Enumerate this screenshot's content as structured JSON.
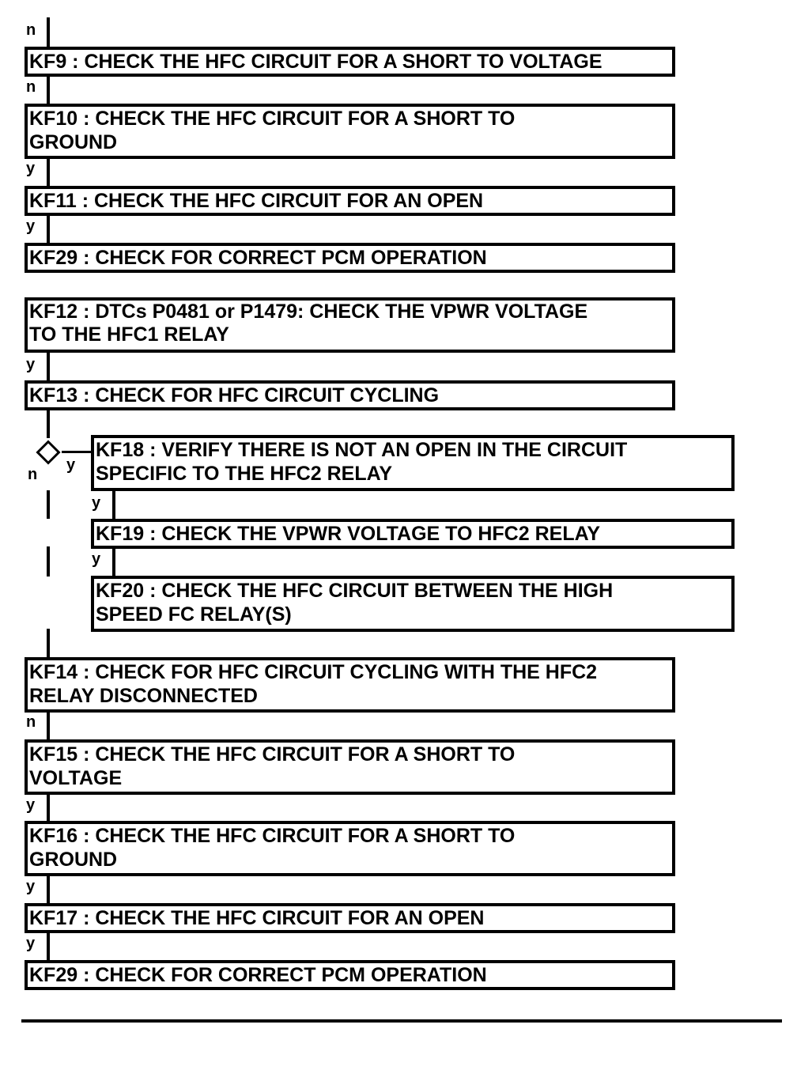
{
  "steps": {
    "kf9": "KF9 : CHECK THE HFC CIRCUIT FOR A SHORT TO VOLTAGE",
    "kf10": "KF10 : CHECK THE HFC CIRCUIT FOR A SHORT TO\nGROUND",
    "kf11": "KF11 : CHECK THE HFC CIRCUIT FOR AN OPEN",
    "kf29a": "KF29 : CHECK FOR CORRECT PCM OPERATION",
    "kf12": "KF12 : DTCs P0481 or P1479: CHECK THE VPWR VOLTAGE\nTO THE HFC1 RELAY",
    "kf13": "KF13 : CHECK FOR HFC CIRCUIT CYCLING",
    "kf18": "KF18 : VERIFY THERE IS NOT AN OPEN IN THE CIRCUIT\nSPECIFIC TO THE HFC2 RELAY",
    "kf19": "KF19 : CHECK THE VPWR VOLTAGE TO HFC2 RELAY",
    "kf20": "KF20 : CHECK THE HFC CIRCUIT BETWEEN THE HIGH\nSPEED FC RELAY(S)",
    "kf14": "KF14 : CHECK FOR HFC CIRCUIT CYCLING WITH THE HFC2\nRELAY DISCONNECTED",
    "kf15": "KF15 : CHECK THE HFC CIRCUIT FOR A SHORT TO\nVOLTAGE",
    "kf16": "KF16 : CHECK THE HFC CIRCUIT FOR A SHORT TO\nGROUND",
    "kf17": "KF17 : CHECK THE HFC CIRCUIT FOR AN OPEN",
    "kf29b": "KF29 : CHECK FOR CORRECT PCM OPERATION"
  },
  "labels": {
    "top_n": "n",
    "kf9_kf10": "n",
    "kf10_kf11": "y",
    "kf11_kf29": "y",
    "kf12_kf13": "y",
    "decision_yes": "y",
    "decision_no": "n",
    "kf18_kf19": "y",
    "kf19_kf20": "y",
    "kf14_kf15": "n",
    "kf15_kf16": "y",
    "kf16_kf17": "y",
    "kf17_kf29": "y"
  }
}
